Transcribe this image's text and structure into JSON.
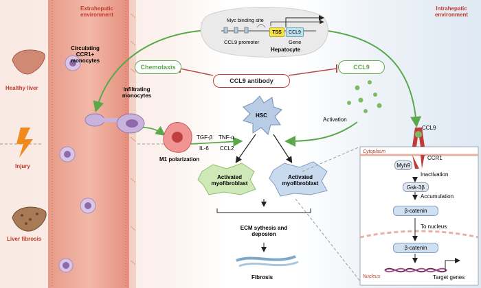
{
  "left": {
    "extrahepatic": "Extrahepatic environment",
    "healthy_liver": "Healthy liver",
    "injury": "Injury",
    "liver_fibrosis": "Liver fibrosis",
    "circulating": "Circulating CCR1+ monocytes",
    "infiltrating": "Infiltrating monocytes"
  },
  "right": {
    "intrahepatic": "Intrahepatic environment"
  },
  "hepatocyte": {
    "myc": "Myc binding site",
    "tss": "TSS",
    "ccl9_gene_box": "CCL9",
    "promoter": "CCL9 promoter",
    "gene": "Gene",
    "label": "Hepatocyte"
  },
  "chemotaxis": "Chemotaxis",
  "ccl9_antibody": "CCL9 antibody",
  "ccl9_pill": "CCL9",
  "activation": "Activation",
  "hsc": "HSC",
  "m1": {
    "tgfb": "TGF-β",
    "tnfa": "TNF-α",
    "il6": "IL-6",
    "ccl2": "CCL2",
    "polarization": "M1 polarization"
  },
  "myofib_left": "Activated myofibroblast",
  "myofib_right": "Activated myofibroblast",
  "ecm": "ECM sythesis and deposion",
  "fibrosis": "Fibrosis",
  "pathway": {
    "ccl9": "CCL9",
    "ccr1": "CCR1",
    "cytoplasm": "Cytoplasm",
    "myh9": "Myh9",
    "inactivation": "Inactivation",
    "gsk3b": "Gsk-3β",
    "accumulation": "Accumulation",
    "bcatenin1": "β-catenin",
    "to_nucleus": "To nucleus",
    "bcatenin2": "β-catenin",
    "nucleus": "Nucleus",
    "target_genes": "Target genes"
  },
  "colors": {
    "accent_red": "#c0392b",
    "arrow_green": "#5aa84a",
    "inhibit_red": "#b84a4a",
    "hsc_blue": "#9ab4d8",
    "myofib_green": "#bfe0a6"
  }
}
